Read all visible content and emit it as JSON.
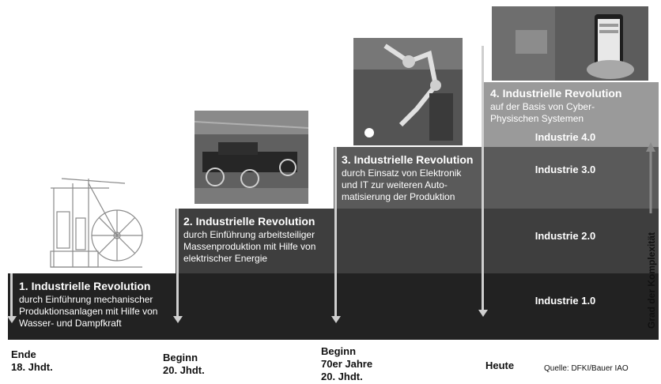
{
  "revolutions": [
    {
      "title": "1. Industrielle Revolution",
      "desc": [
        "durch Einführung mechanischer",
        "Produktionsanlagen mit Hilfe von",
        "Wasser- und Dampfkraft"
      ]
    },
    {
      "title": "2. Industrielle Revolution",
      "desc": [
        "durch Einführung arbeitsteiliger",
        "Massenproduktion mit Hilfe von",
        "elektrischer Energie"
      ]
    },
    {
      "title": "3. Industrielle Revolution",
      "desc": [
        "durch Einsatz von Elektronik",
        "und IT zur weiteren Auto-",
        "matisierung der Produktion"
      ]
    },
    {
      "title": "4. Industrielle Revolution",
      "desc": [
        "auf der Basis von Cyber-",
        "Physischen Systemen"
      ]
    }
  ],
  "levels": [
    "Industrie 1.0",
    "Industrie 2.0",
    "Industrie 3.0",
    "Industrie 4.0"
  ],
  "timeline": [
    {
      "lines": [
        "Ende",
        "18. Jhdt."
      ]
    },
    {
      "lines": [
        "Beginn",
        "20. Jhdt."
      ]
    },
    {
      "lines": [
        "Beginn",
        "70er Jahre",
        "20. Jhdt."
      ]
    },
    {
      "lines": [
        "Heute"
      ]
    }
  ],
  "axis_label": "Grad der Komplexität",
  "source": "Quelle: DFKI/Bauer IAO",
  "colors": {
    "step1": "#222222",
    "step2": "#3e3e3e",
    "step3": "#5a5a5a",
    "step4": "#9a9a9a",
    "arrow": "#cfcfcf"
  }
}
